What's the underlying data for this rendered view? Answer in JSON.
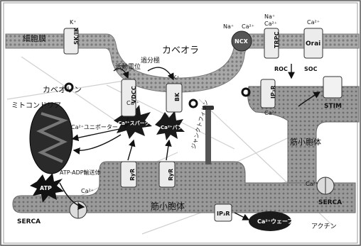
{
  "labels": {
    "cell_membrane": "細胞膜",
    "caveola": "カベオラ",
    "caveolin": "カベオリン",
    "action_potential": "活動電位",
    "hyperpolarization": "過分極",
    "mitochondria": "ミトコンドリア",
    "ca_sparks": "Ca²⁺スパーク",
    "ca_puff": "Ca²⁺パフ",
    "ca_uniporter": "Ca²⁺ユニポーター",
    "atp_adp_transporter": "ATP-ADP輸送体",
    "atp": "ATP",
    "junctophilin": "ジャンクトフィリン",
    "sr_1": "筋小胞体",
    "sr_2": "筋小胞体",
    "actin": "アクチン",
    "ca_wave": "Ca²⁺ウェーブ",
    "stim": "STIM",
    "serca_left": "SERCA",
    "serca_right": "SERCA",
    "ip3r_main": "IP₃R",
    "ip3r_top": "IP₃R",
    "ryr_left": "RyR",
    "ryr_right": "RyR",
    "vdcc": "VDCC",
    "bk": "BK",
    "sk_ik": "SK/IK",
    "ncx": "NCX",
    "trpc": "TRPC",
    "orai": "Orai",
    "roc": "ROC",
    "soc": "SOC"
  },
  "ions": {
    "k_plus": "K⁺",
    "ca2_plus": "Ca²⁺",
    "na_plus": "Na⁺"
  },
  "colors": {
    "membrane": "#9a9a9a",
    "sr": "#8c8c8c",
    "dark": "#111111",
    "channel": "#dcdcdc"
  }
}
